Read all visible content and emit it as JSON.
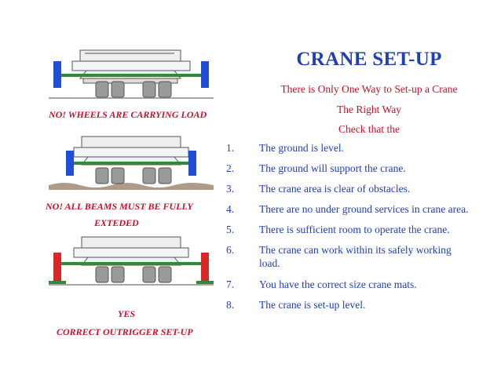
{
  "heading": {
    "title": "CRANE SET-UP",
    "subtitle": "There is Only One Way to Set-up a Crane",
    "right_way": "The Right Way",
    "check_intro": "Check that the"
  },
  "checklist": [
    {
      "num": "1.",
      "text": "The ground is level."
    },
    {
      "num": "2.",
      "text": "The ground will support the crane."
    },
    {
      "num": "3.",
      "text": "The crane area is clear of obstacles."
    },
    {
      "num": "4.",
      "text": "There are no under ground services in crane area."
    },
    {
      "num": "5.",
      "text": "There is sufficient room to operate the crane."
    },
    {
      "num": "6.",
      "text": "The crane can work within its safely working load."
    },
    {
      "num": "7.",
      "text": "You have the correct size crane mats."
    },
    {
      "num": "8.",
      "text": "The crane is set-up level."
    }
  ],
  "illustrations": {
    "wheels_caption": "NO! WHEELS  ARE CARRYING LOAD",
    "beams_caption_line1": "NO! ALL BEAMS MUST BE FULLY",
    "beams_caption_line2": "EXTEDED",
    "correct_caption_line1": "YES",
    "correct_caption_line2": "CORRECT OUTRIGGER SET-UP"
  },
  "colors": {
    "title": "#1f3fb5",
    "subtitle": "#c8102e",
    "list_text": "#1f3fb5",
    "caption": "#c8102e",
    "outrigger_beam": "#2e8b3a",
    "outrigger_jack_blue": "#1f4fd6",
    "outrigger_jack_red": "#d62828"
  }
}
